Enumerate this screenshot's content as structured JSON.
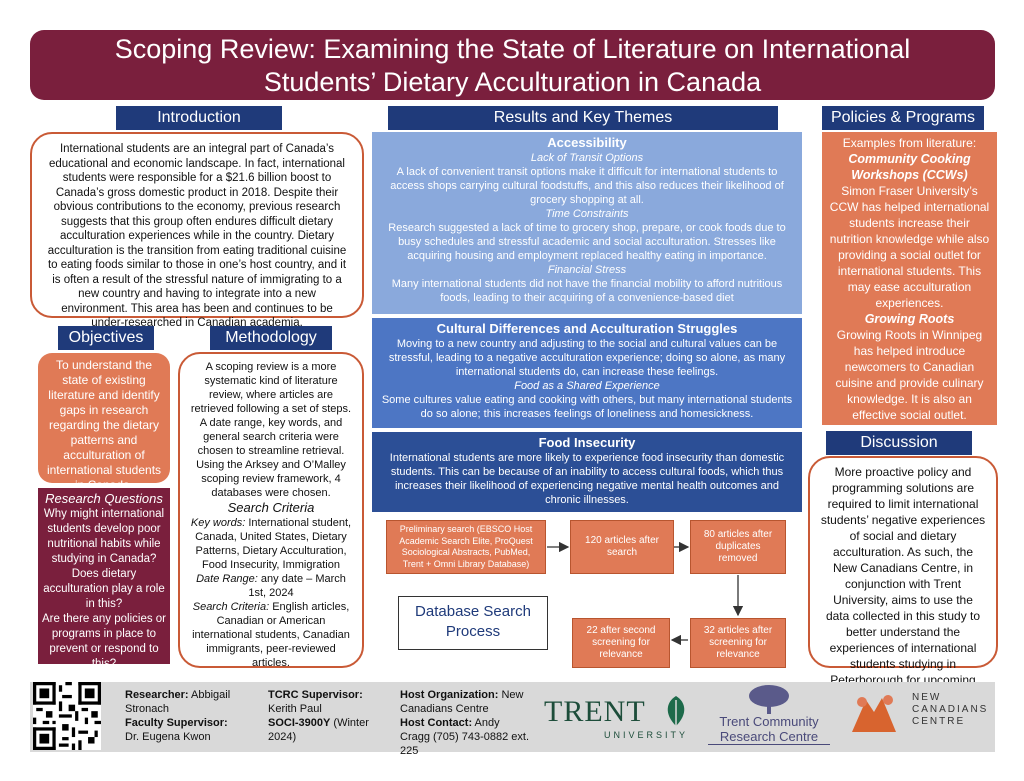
{
  "title": {
    "line1": "Scoping Review: Examining the State of Literature on International",
    "line2": "Students’ Dietary Acculturation in Canada"
  },
  "headers": {
    "introduction": "Introduction",
    "results": "Results and Key Themes",
    "policies": "Policies & Programs",
    "objectives": "Objectives",
    "methodology": "Methodology",
    "discussion": "Discussion"
  },
  "introduction": {
    "text": "International students are an integral part of Canada’s educational and economic landscape. In fact, international students were responsible for a $21.6 billion boost to Canada’s gross domestic product in 2018. Despite their obvious contributions to the economy, previous research suggests that this group often endures difficult dietary acculturation experiences while in the country. Dietary acculturation is the transition from eating traditional cuisine to eating foods similar to those in one’s host country, and it is often a result of the stressful nature of immigrating to a new country and having to integrate into a new environment. This area has been and continues to be under-researched in Canadian academia."
  },
  "objectives": {
    "text": "To understand the state of existing literature and identify gaps in research regarding the dietary patterns and acculturation of international students in Canada."
  },
  "research_questions": {
    "title": "Research Questions",
    "q1": "Why might international students develop poor nutritional habits while studying in Canada?",
    "q2": "Does dietary acculturation play a role in this?",
    "q3": "Are there any policies or programs in place to prevent or respond to this?"
  },
  "methodology": {
    "p1": "A scoping review is a more systematic kind of literature review, where articles are retrieved following a set of steps. A date range, key words, and general search criteria were chosen to streamline retrieval.",
    "p2": "Using the Arksey and O’Malley scoping review framework, 4 databases were chosen.",
    "criteria_title": "Search Criteria",
    "keywords_label": "Key words:",
    "keywords": " International student, Canada, United States, Dietary Patterns, Dietary Acculturation, Food Insecurity, Immigration",
    "date_label": "Date Range:",
    "date": " any date – March 1st, 2024",
    "criteria_label": "Search Criteria:",
    "criteria": " English articles, Canadian or American international students, Canadian immigrants, peer-reviewed articles."
  },
  "results": {
    "accessibility": {
      "title": "Accessibility",
      "sub1": "Lack of Transit Options",
      "t1": "A lack of convenient transit options make it difficult for international students to access shops carrying cultural foodstuffs, and this also reduces their likelihood of grocery shopping at all.",
      "sub2": "Time Constraints",
      "t2": "Research suggested a lack of time to grocery shop, prepare, or cook foods due to busy schedules and stressful academic and social acculturation. Stresses like acquiring housing and employment replaced healthy eating in importance.",
      "sub3": "Financial Stress",
      "t3": "Many international students did not have the financial mobility to afford nutritious foods, leading to their acquiring of a convenience-based diet"
    },
    "cultural": {
      "title": "Cultural Differences and Acculturation Struggles",
      "t1": "Moving to a new country and adjusting to the social and cultural values can be stressful, leading to a negative acculturation experience; doing so alone, as many international students do, can increase these feelings.",
      "sub1": "Food as a Shared Experience",
      "t2": "Some cultures value eating and cooking with others, but many international students do so alone; this increases feelings of loneliness and homesickness."
    },
    "food": {
      "title": "Food Insecurity",
      "t1": "International students are more likely to experience food insecurity than domestic students. This can be because of an inability to access cultural foods, which thus increases their likelihood of experiencing negative mental health outcomes and chronic illnesses."
    }
  },
  "flow": {
    "step1": "Preliminary search (EBSCO Host Academic Search Elite, ProQuest Sociological Abstracts, PubMed, Trent + Omni Library Database)",
    "step2": "120 articles after search",
    "step3": "80 articles after duplicates removed",
    "step4": "32 articles after screening for relevance",
    "step5": "22 after second screening for relevance",
    "label": "Database Search Process"
  },
  "policies": {
    "intro": "Examples from literature:",
    "p1_name": "Community Cooking Workshops (CCWs)",
    "p1_text": "Simon Fraser University’s CCW has helped international students increase their nutrition knowledge while also providing a social outlet for international students. This may ease acculturation experiences.",
    "p2_name": "Growing Roots",
    "p2_text": "Growing Roots in Winnipeg has helped introduce newcomers to Canadian cuisine and provide culinary knowledge. It is also an effective social outlet."
  },
  "discussion": {
    "text": "More proactive policy and programming solutions are required to limit international students’ negative experiences of social and dietary acculturation. As such, the New Canadians Centre, in conjunction with Trent University, aims to use the data collected in this study to better understand the experiences of international students studying in Peterborough for upcoming research projects."
  },
  "footer": {
    "researcher_label": "Researcher:",
    "researcher": " Abbigail Stronach",
    "faculty_label": "Faculty Supervisor:",
    "faculty": "Dr. Eugena Kwon",
    "trcc_label": "TCRC Supervisor:",
    "trcc": "Kerith Paul",
    "course_label": "SOCI-3900Y",
    "course": " (Winter 2024)",
    "host_label": "Host Organization:",
    "host": " New Canadians Centre",
    "contact_label": "Host Contact:",
    "contact": " Andy Cragg (705) 743-0882 ext. 225",
    "trent_logo": "TRENT",
    "trent_sub": "UNIVERSITY",
    "trcc_logo1": "Trent Community",
    "trcc_logo2": "Research Centre",
    "ncc_logo1": "NEW",
    "ncc_logo2": "CANADIANS",
    "ncc_logo3": "CENTRE"
  },
  "colors": {
    "maroon": "#7a1f3d",
    "navy": "#1f3a7a",
    "orange": "#e07a56",
    "blue_light": "#8aa9dc",
    "blue_mid": "#4d76c4",
    "blue_dark": "#2c4f96"
  }
}
